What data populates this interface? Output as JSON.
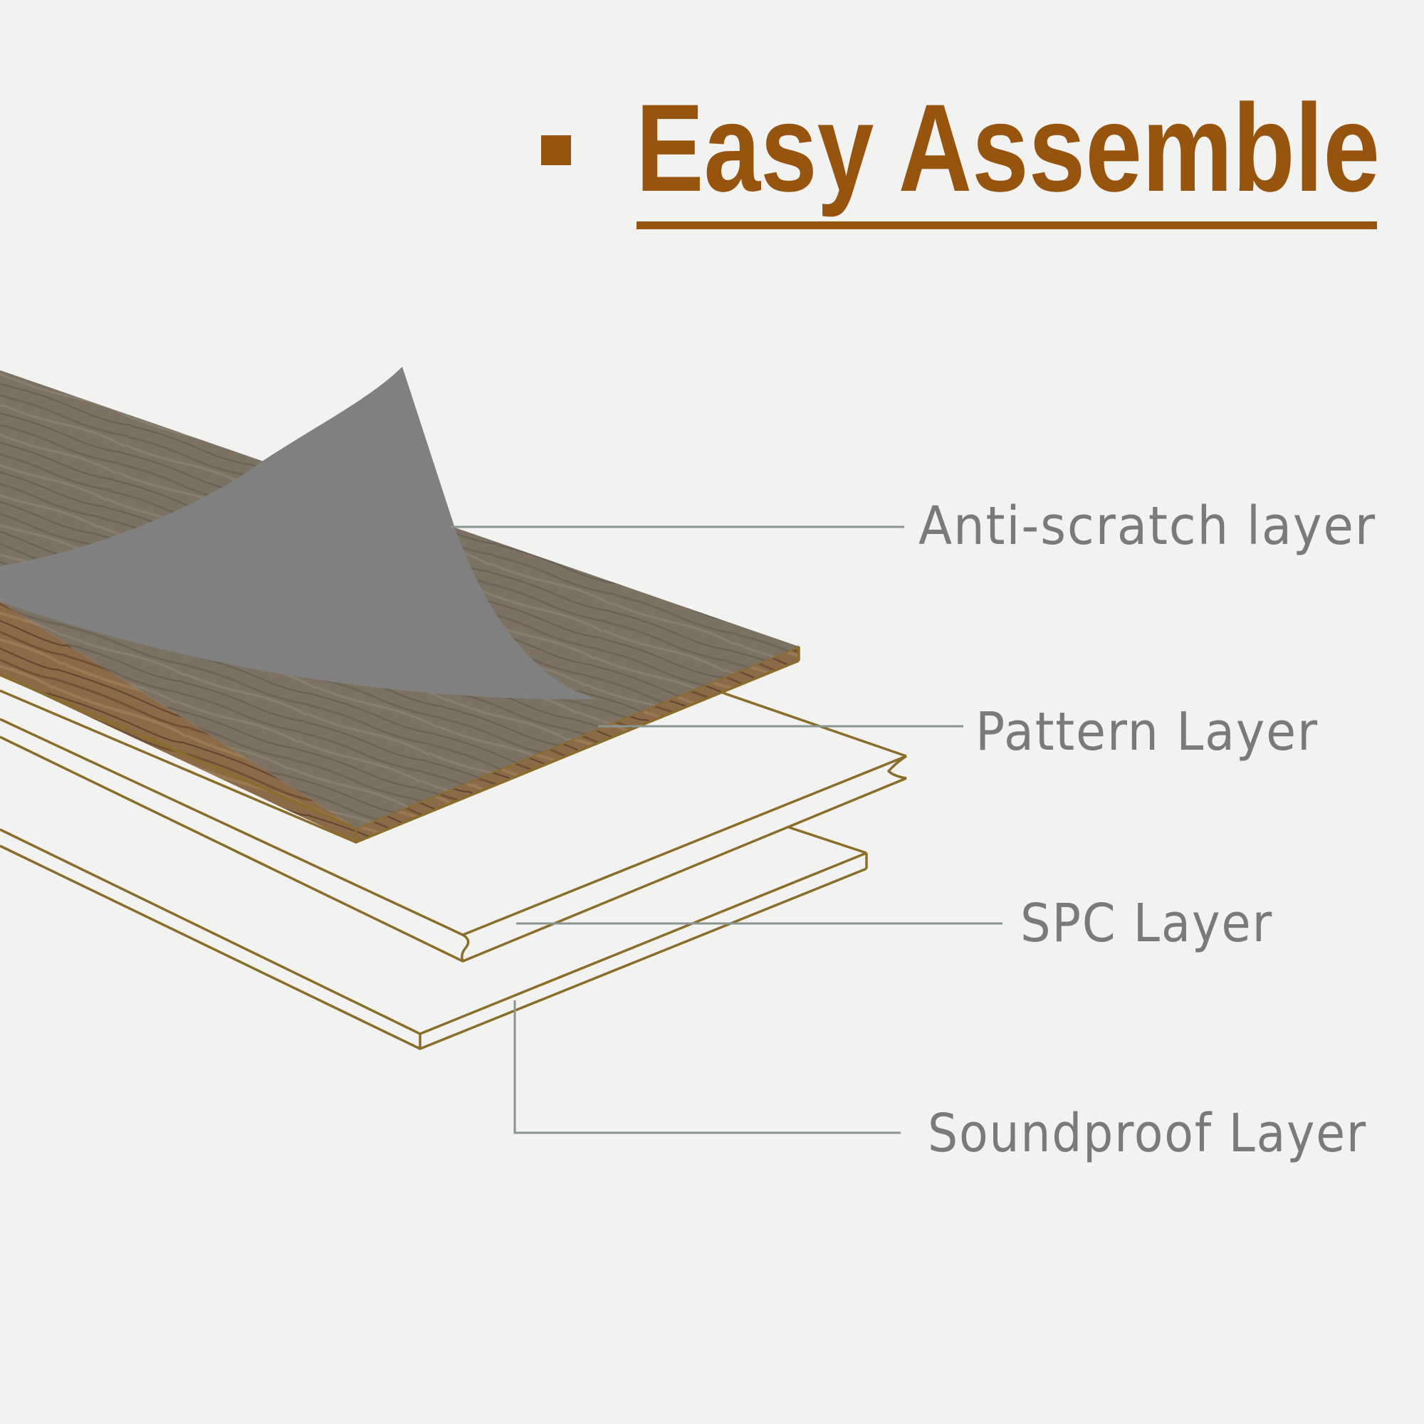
{
  "title": {
    "text": "Easy Assemble"
  },
  "layers": [
    {
      "label": "Anti-scratch layer"
    },
    {
      "label": "Pattern Layer"
    },
    {
      "label": "SPC Layer"
    },
    {
      "label": "Soundproof Layer"
    }
  ],
  "colors": {
    "background": "#f2f2f1",
    "accent": "#96540f",
    "outline": "#8a6d2a",
    "leader_line": "#8a9590",
    "label_text": "#7a7a7a",
    "anti_scratch_film": "#808080",
    "pattern_wood": "#8b6a48",
    "surface_wood": "#7d7164"
  }
}
